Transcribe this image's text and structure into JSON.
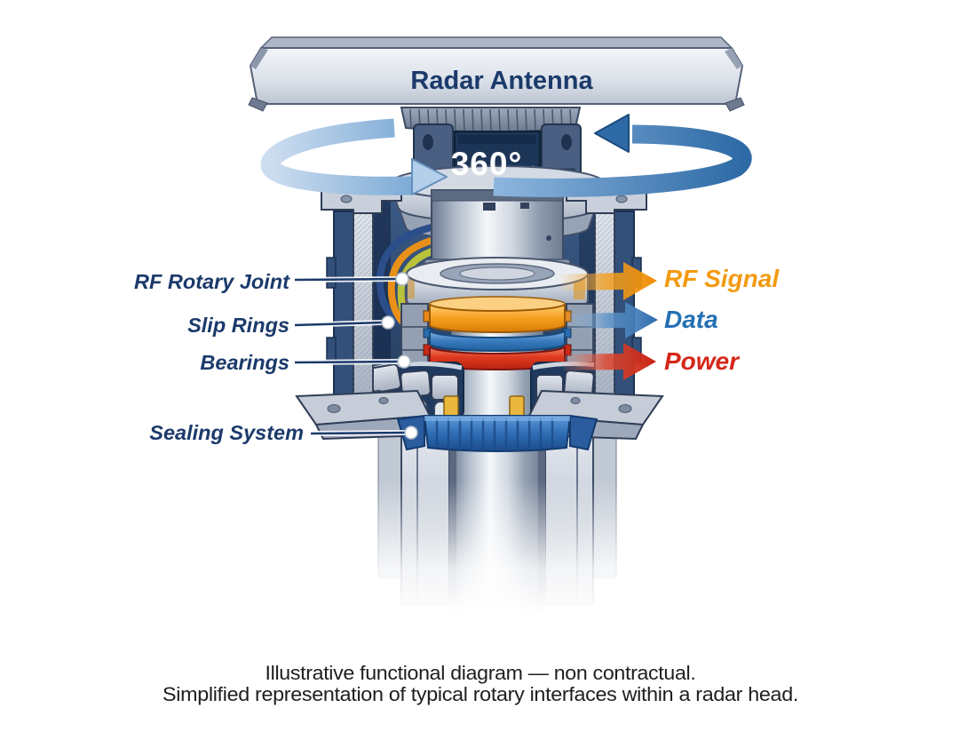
{
  "diagram": {
    "antenna": {
      "label": "Radar Antenna"
    },
    "rotation": {
      "label": "360°"
    },
    "component_labels": [
      {
        "id": "rf-rotary-joint",
        "label": "RF Rotary Joint"
      },
      {
        "id": "slip-rings",
        "label": "Slip Rings"
      },
      {
        "id": "bearings",
        "label": "Bearings"
      },
      {
        "id": "sealing-system",
        "label": "Sealing System"
      }
    ],
    "flow_arrows": [
      {
        "id": "rf-signal",
        "label": "RF Signal",
        "color": "#f39a11"
      },
      {
        "id": "data",
        "label": "Data",
        "color": "#2470b3"
      },
      {
        "id": "power",
        "label": "Power",
        "color": "#d5271a"
      }
    ],
    "caption": {
      "line1": "Illustrative functional diagram — non contractual.",
      "line2": "Simplified representation of typical rotary interfaces within a radar head."
    },
    "colors": {
      "label_navy": "#1b3a6b",
      "rotation_text": "#ffffff",
      "caption_gray": "#1e1e1e",
      "rotation_arrow_blue": "#3f7ab5",
      "slip_ring_orange": "#f6a01f",
      "slip_ring_blue": "#3a7cc0",
      "slip_ring_red": "#df3b20",
      "seal_blue": "#2e6cb4"
    }
  }
}
